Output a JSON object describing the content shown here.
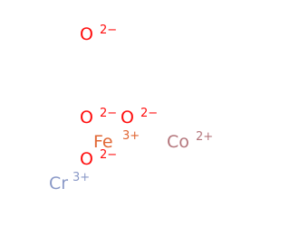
{
  "ions": [
    {
      "symbol": "O",
      "charge": "2−",
      "color": "#ff0d0d"
    },
    {
      "symbol": "O",
      "charge": "2−",
      "color": "#ff0d0d"
    },
    {
      "symbol": "O",
      "charge": "2−",
      "color": "#ff0d0d"
    },
    {
      "symbol": "Fe",
      "charge": "3+",
      "color": "#e06633"
    },
    {
      "symbol": "Co",
      "charge": "2+",
      "color": "#b4767c"
    },
    {
      "symbol": "O",
      "charge": "2−",
      "color": "#ff0d0d"
    },
    {
      "symbol": "Cr",
      "charge": "3+",
      "color": "#8a99c7"
    }
  ]
}
